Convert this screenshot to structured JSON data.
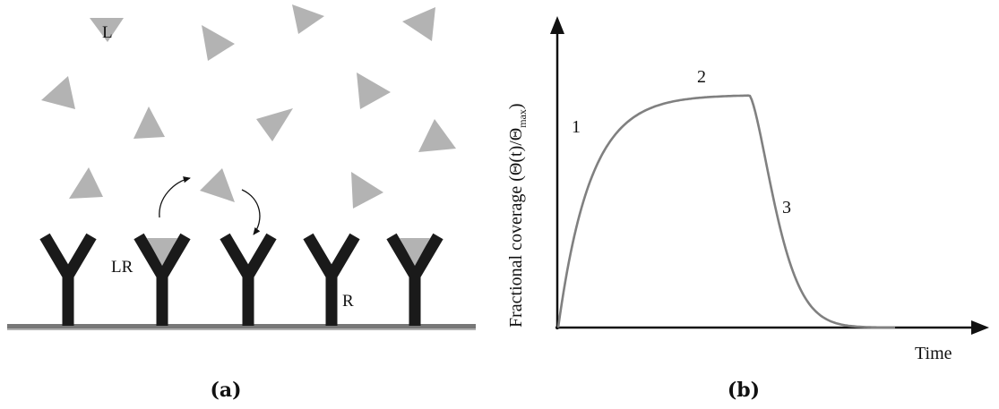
{
  "panel_a": {
    "labels": {
      "ligand": "L",
      "ligand_receptor": "LR",
      "receptor": "R"
    },
    "caption": "(a)",
    "receptor_count": 5,
    "bound_receptors": [
      2,
      5
    ],
    "colors": {
      "ligand": "#b3b3b3",
      "receptor": "#1a1a1a",
      "surface": "#777777"
    }
  },
  "panel_b": {
    "caption": "(b)",
    "ylabel_parts": [
      "Fractional coverage (",
      "Θ",
      "(t)/",
      "Θ",
      "max",
      ")"
    ],
    "xlabel": "Time",
    "phase_labels": [
      "1",
      "2",
      "3"
    ],
    "curve_color": "#808080",
    "axis_color": "#111111"
  }
}
